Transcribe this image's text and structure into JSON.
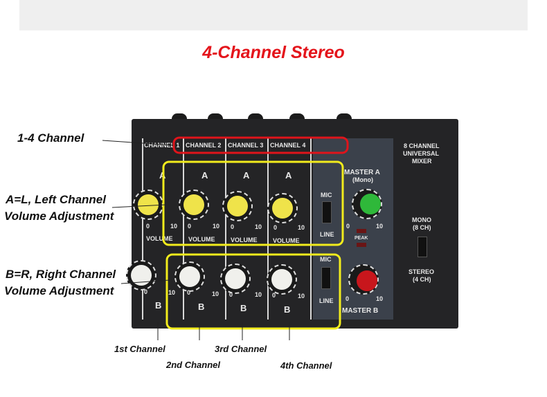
{
  "title": "4-Channel Stereo",
  "annotations": {
    "channels": "1-4 Channel",
    "a_line1": "A=L, Left Channel",
    "a_line2": "Volume Adjustment",
    "b_line1": "B=R, Right Channel",
    "b_line2": "Volume Adjustment",
    "ch1": "1st Channel",
    "ch2": "2nd Channel",
    "ch3": "3rd Channel",
    "ch4": "4th Channel"
  },
  "mixer": {
    "channels": [
      "CHANNEL 1",
      "CHANNEL 2",
      "CHANNEL 3",
      "CHANNEL 4"
    ],
    "a": "A",
    "b": "B",
    "zero": "0",
    "ten": "10",
    "volume": "VOLUME",
    "mic": "MIC",
    "line": "LINE",
    "master_a": "MASTER A",
    "mono_paren": "(Mono)",
    "peak": "PEAK",
    "master_b": "MASTER B",
    "brand1": "8 CHANNEL",
    "brand2": "UNIVERSAL",
    "brand3": "MIXER",
    "mono": "MONO",
    "mono_ch": "(8 CH)",
    "stereo": "STEREO",
    "stereo_ch": "(4 CH)"
  },
  "colors": {
    "title": "#e4141b",
    "highlight_red": "#e0141b",
    "highlight_yellow": "#f2ec1c"
  }
}
